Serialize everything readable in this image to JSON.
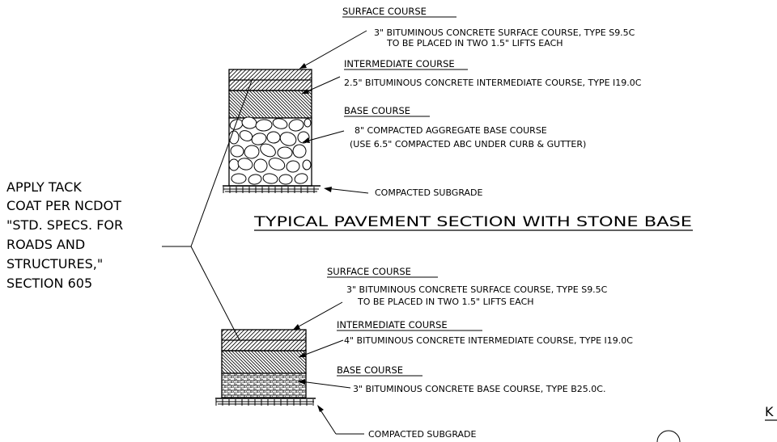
{
  "tack_coat_note": {
    "lines": [
      "APPLY TACK",
      "COAT PER NCDOT",
      "\"STD. SPECS. FOR",
      "ROADS AND",
      "STRUCTURES,\"",
      "SECTION 605"
    ]
  },
  "section_1": {
    "title": "TYPICAL PAVEMENT SECTION WITH STONE BASE",
    "surface": {
      "heading": "SURFACE COURSE",
      "line1": "3\" BITUMINOUS CONCRETE SURFACE COURSE, TYPE S9.5C",
      "line2": "TO BE PLACED IN TWO 1.5\" LIFTS EACH"
    },
    "intermediate": {
      "heading": "INTERMEDIATE COURSE",
      "line1": "2.5\" BITUMINOUS CONCRETE INTERMEDIATE COURSE, TYPE I19.0C"
    },
    "base": {
      "heading": "BASE COURSE",
      "line1": "8\" COMPACTED AGGREGATE BASE COURSE",
      "line2": "(USE 6.5\" COMPACTED ABC UNDER CURB & GUTTER)"
    },
    "subgrade": "COMPACTED SUBGRADE"
  },
  "section_2": {
    "surface": {
      "heading": "SURFACE COURSE",
      "line1": "3\" BITUMINOUS CONCRETE SURFACE COURSE, TYPE S9.5C",
      "line2": "TO BE PLACED IN TWO 1.5\" LIFTS EACH"
    },
    "intermediate": {
      "heading": "INTERMEDIATE COURSE",
      "line1": "4\" BITUMINOUS CONCRETE INTERMEDIATE COURSE, TYPE I19.0C"
    },
    "base": {
      "heading": "BASE COURSE",
      "line1": "3\" BITUMINOUS CONCRETE BASE COURSE, TYPE B25.0C."
    },
    "subgrade": "COMPACTED SUBGRADE"
  },
  "edge_fragment": "K",
  "colors": {
    "ink": "#000000",
    "paper": "#ffffff"
  }
}
